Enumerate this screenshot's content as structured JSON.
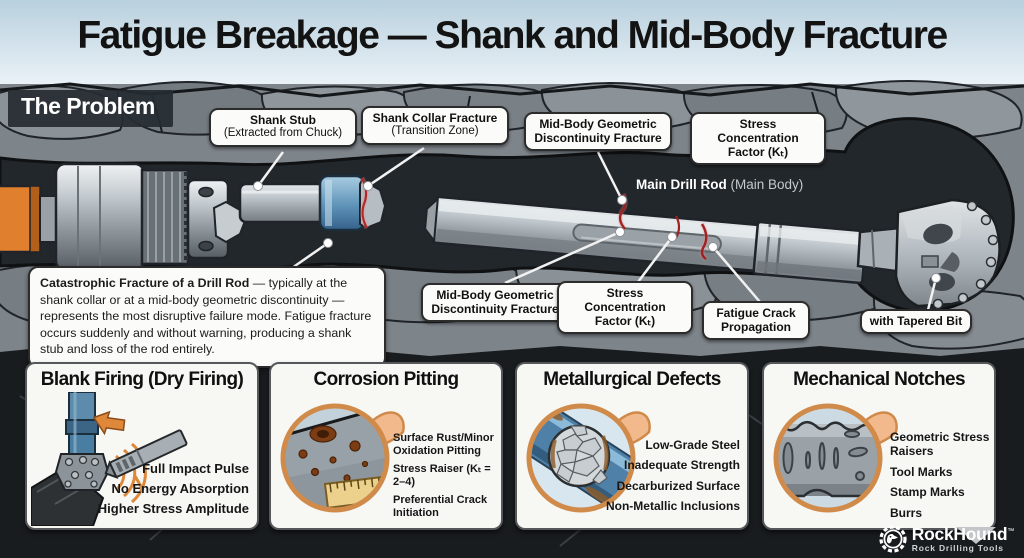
{
  "title": "Fatigue Breakage — Shank and Mid-Body Fracture",
  "problem_label": "The Problem",
  "callouts": {
    "shank_stub": {
      "lines": [
        "Shank Stub",
        "(Extracted from Chuck)"
      ]
    },
    "shank_collar_fracture": {
      "lines": [
        "Shank Collar Fracture",
        "(Transition Zone)"
      ]
    },
    "midbody_top": {
      "lines": [
        "Mid-Body Geometric",
        "Discontinuity Fracture"
      ]
    },
    "stress_top": {
      "lines": [
        "Stress Concentration",
        "Factor (Kₜ)"
      ]
    },
    "main_rod": {
      "bold": "Main Drill Rod",
      "normal": "(Main Body)"
    },
    "midbody_bottom": {
      "lines": [
        "Mid-Body Geometric",
        "Discontinuity Fracture"
      ]
    },
    "stress_bottom": {
      "lines": [
        "Stress Concentration",
        "Factor (Kₜ)"
      ]
    },
    "fatigue_crack": {
      "lines": [
        "Fatigue Crack",
        "Propagation"
      ]
    },
    "tapered_bit": {
      "lines": [
        "with Tapered Bit"
      ]
    }
  },
  "description": {
    "lead": "Catastrophic Fracture of a Drill Rod",
    "body": " — typically at the shank collar or at a mid-body geometric discontinuity — represents the most disruptive failure mode. Fatigue fracture occurs suddenly and without warning, producing a shank stub and loss of the rod entirely."
  },
  "panels": [
    {
      "title": "Blank Firing (Dry Firing)",
      "items": [
        "Full Impact Pulse",
        "No Energy Absorption",
        "Higher Stress Amplitude"
      ]
    },
    {
      "title": "Corrosion Pitting",
      "items": [
        "Surface Rust/Minor Oxidation Pitting",
        "Stress Raiser (Kₜ = 2–4)",
        "Preferential Crack Initiation"
      ]
    },
    {
      "title": "Metallurgical Defects",
      "items": [
        "Low-Grade Steel",
        "Inadequate Strength",
        "Decarburized Surface",
        "Non-Metallic Inclusions"
      ]
    },
    {
      "title": "Mechanical Notches",
      "items": [
        "Geometric Stress Raisers",
        "Tool Marks",
        "Stamp Marks",
        "Burrs"
      ]
    }
  ],
  "logo": {
    "name": "RockHound",
    "mark": "™",
    "tagline": "Rock Drilling Tools"
  },
  "colors": {
    "sky_top": "#b9d0de",
    "sky_bottom": "#eef5f9",
    "rock_gray": "#7d848a",
    "tunnel_dark": "#22272b",
    "slate_dark": "#191c1f",
    "accent_orange": "#e0883a",
    "crack_red": "#a62626",
    "collar_blue": "#5e93b8",
    "callout_bg": "#fbfbf9",
    "callout_border": "#2c2c2c",
    "magnifier_ring": "#d08a4a",
    "logo_text": "#ffffff"
  }
}
